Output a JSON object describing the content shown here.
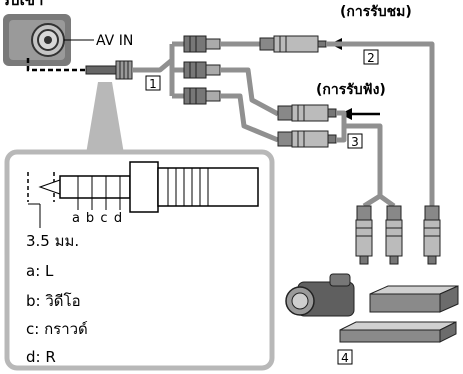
{
  "header_text": "รับเข้า",
  "jack_label": "AV IN",
  "plug_width": "3.5 มม.",
  "video_label": "(การรับชม)",
  "audio_label": "(การรับฟัง)",
  "callouts": {
    "one": "1",
    "two": "2",
    "three": "3",
    "four": "4"
  },
  "pin_letters": [
    "a",
    "b",
    "c",
    "d"
  ],
  "pin_legend": [
    {
      "key": "a",
      "text": "a: L"
    },
    {
      "key": "b",
      "text": "b: วิดีโอ"
    },
    {
      "key": "c",
      "text": "c: กราวด์"
    },
    {
      "key": "d",
      "text": "d: R"
    }
  ]
}
